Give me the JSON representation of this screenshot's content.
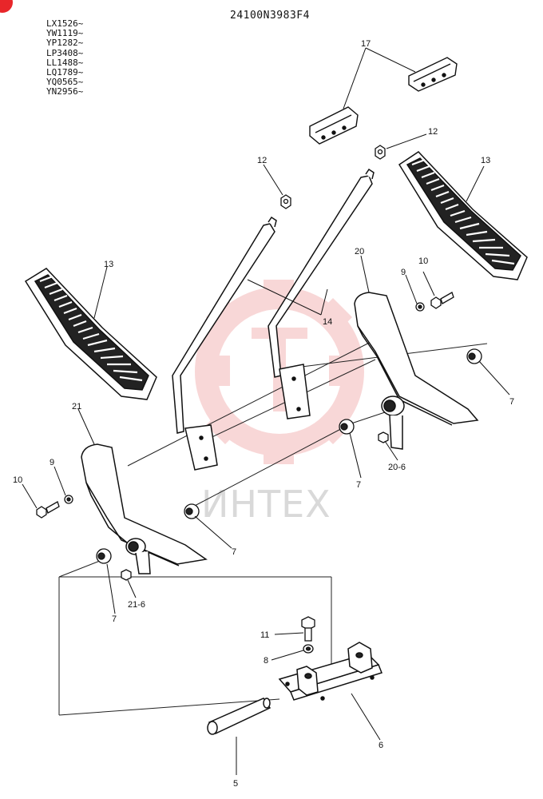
{
  "header": {
    "drawing_code": "24100N3983F4"
  },
  "serial_numbers": [
    "LX1526~",
    "YW1119~",
    "YP1282~",
    "LP3408~",
    "LL1488~",
    "LQ1789~",
    "YQ0565~",
    "YN2956~"
  ],
  "watermark": {
    "text": "ИНТЕХ",
    "color": "#f4b8b8"
  },
  "accent": "#e8262a",
  "callouts": {
    "c17": "17",
    "c12a": "12",
    "c12b": "12",
    "c13a": "13",
    "c13b": "13",
    "c14": "14",
    "c20": "20",
    "c9a": "9",
    "c10a": "10",
    "c7a": "7",
    "c21": "21",
    "c9b": "9",
    "c10b": "10",
    "c7b": "7",
    "c20_6": "20-6",
    "c7c": "7",
    "c7d": "7",
    "c21_6": "21-6",
    "c11": "11",
    "c8": "8",
    "c6": "6",
    "c5": "5"
  }
}
